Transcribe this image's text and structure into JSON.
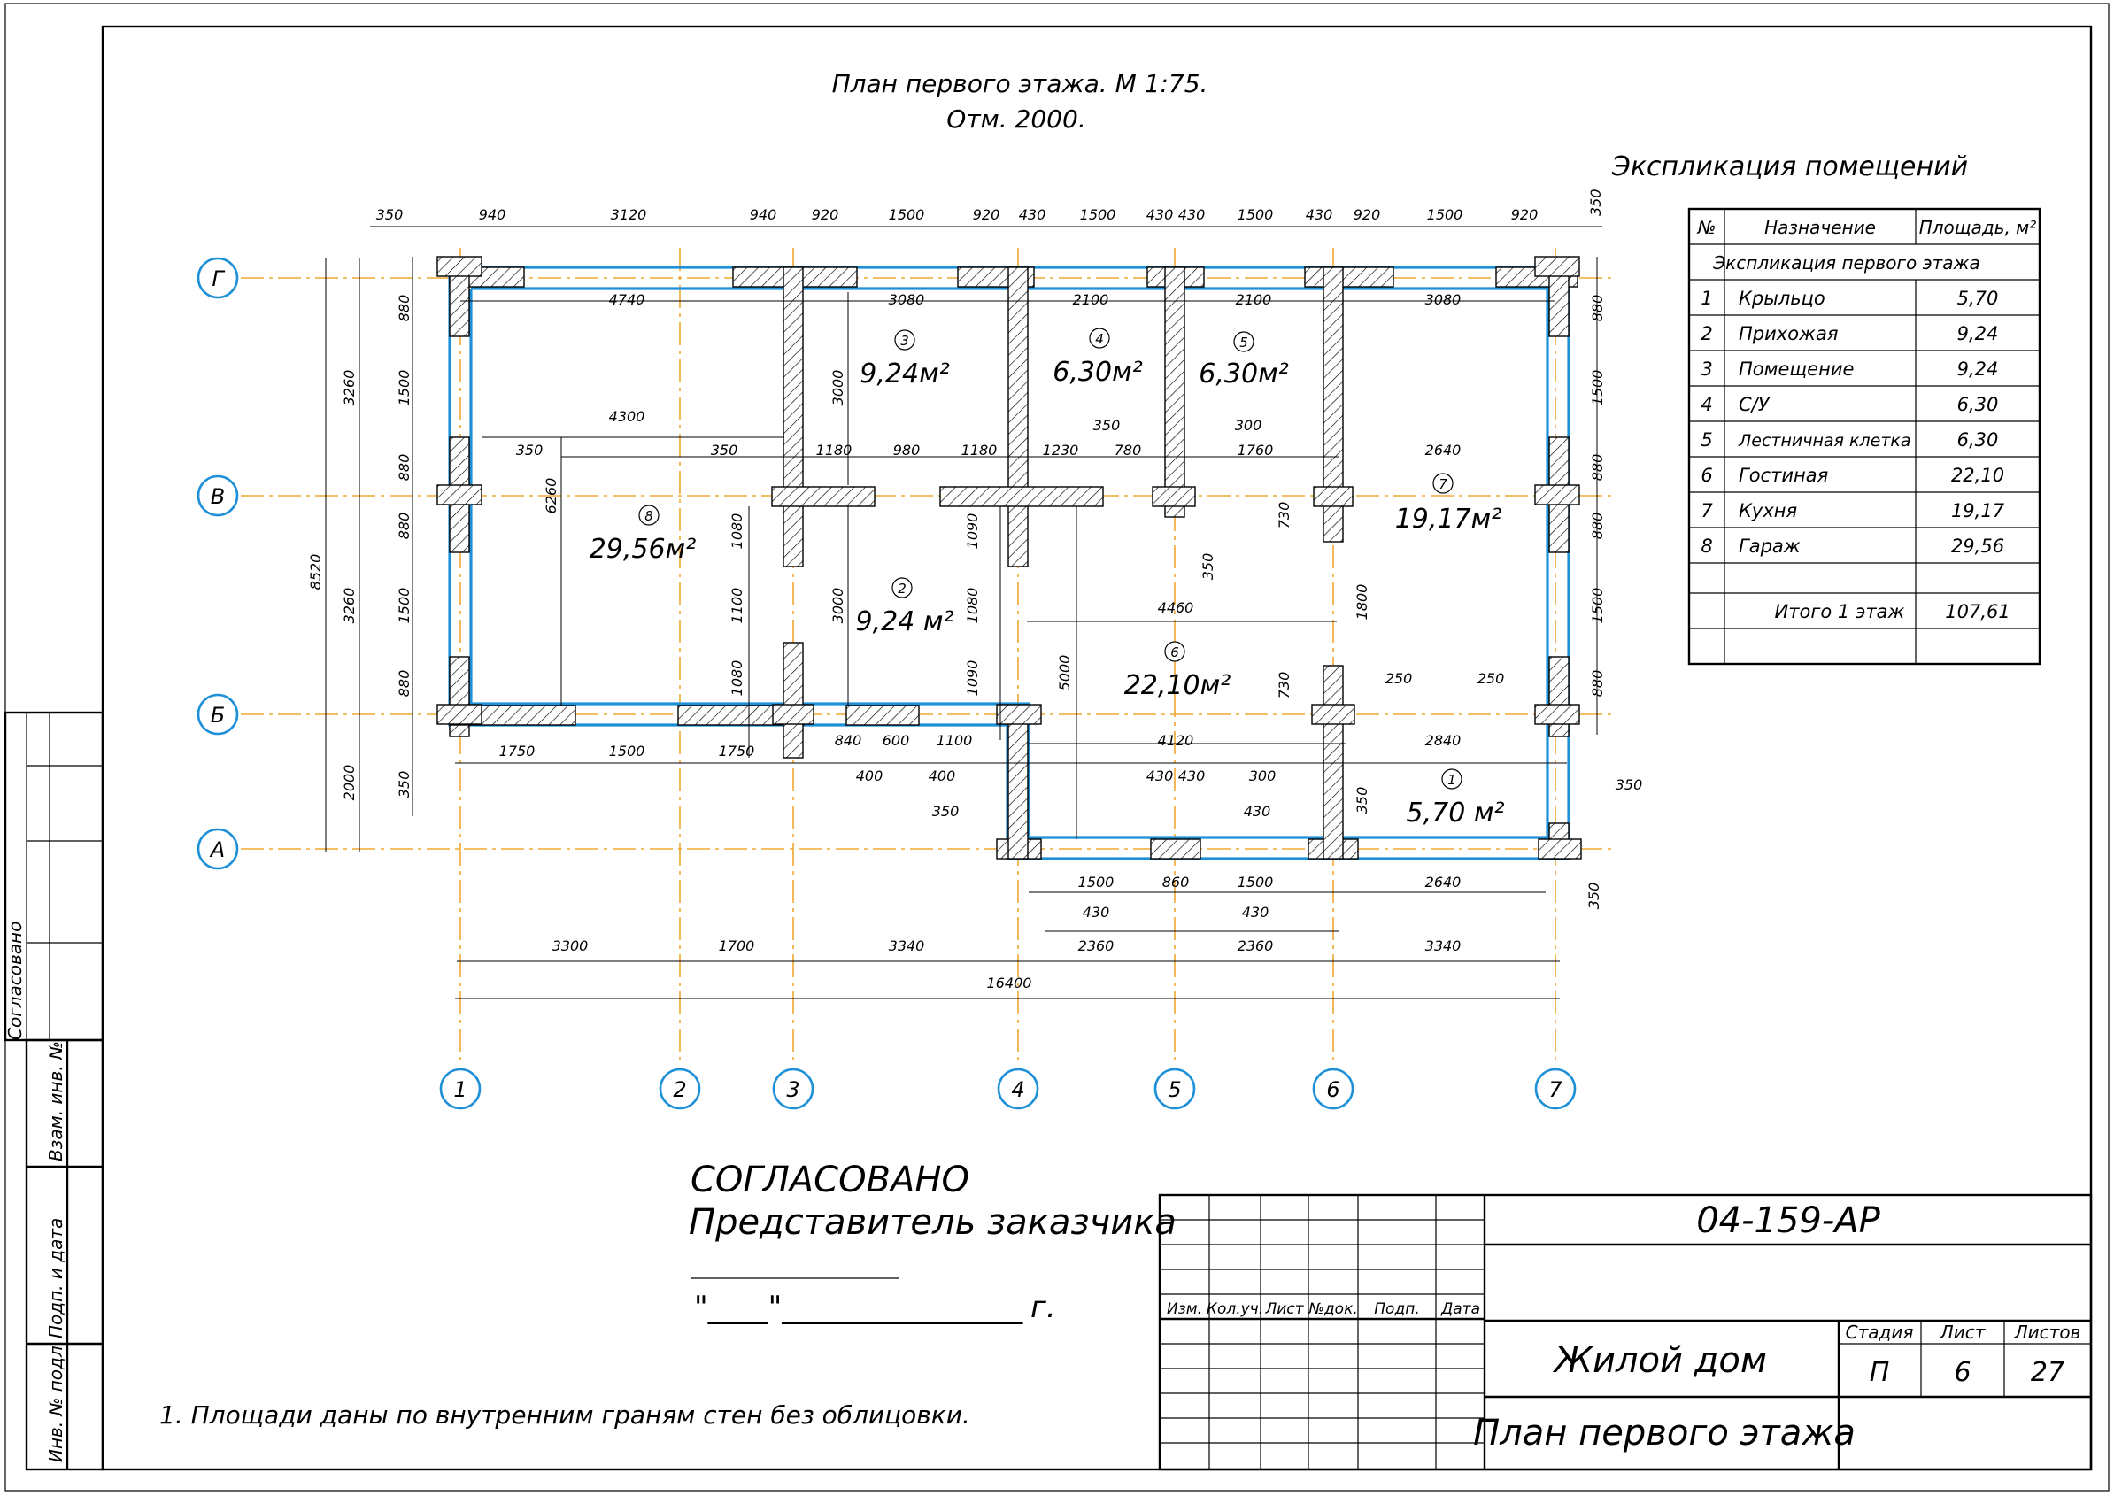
{
  "drawing": {
    "title_line1": "План первого этажа. М 1:75.",
    "title_line2": "Отм. 2000.",
    "note": "1. Площади даны по внутренним граням стен без облицовки.",
    "approval_title": "СОГЛАСОВАНО",
    "approval_subtitle": "Представитель заказчика",
    "approval_date_line": "\"____\"________________",
    "approval_year": "г."
  },
  "explication": {
    "heading": "Экспликация помещений",
    "col_no": "№",
    "col_name": "Назначение",
    "col_area": "Площадь, м²",
    "section": "Экспликация первого этажа",
    "rows": [
      {
        "no": "1",
        "name": "Крыльцо",
        "area": "5,70"
      },
      {
        "no": "2",
        "name": "Прихожая",
        "area": "9,24"
      },
      {
        "no": "3",
        "name": "Помещение",
        "area": "9,24"
      },
      {
        "no": "4",
        "name": "С/У",
        "area": "6,30"
      },
      {
        "no": "5",
        "name": "Лестничная клетка",
        "area": "6,30"
      },
      {
        "no": "6",
        "name": "Гостиная",
        "area": "22,10"
      },
      {
        "no": "7",
        "name": "Кухня",
        "area": "19,17"
      },
      {
        "no": "8",
        "name": "Гараж",
        "area": "29,56"
      }
    ],
    "total_label": "Итого 1 этаж",
    "total_value": "107,61"
  },
  "axes": {
    "letters": [
      "Г",
      "В",
      "Б",
      "А"
    ],
    "numbers": [
      "1",
      "2",
      "3",
      "4",
      "5",
      "6",
      "7"
    ]
  },
  "rooms": [
    {
      "no": "1",
      "area": "5,70 м²"
    },
    {
      "no": "2",
      "area": "9,24 м²"
    },
    {
      "no": "3",
      "area": "9,24м²"
    },
    {
      "no": "4",
      "area": "6,30м²"
    },
    {
      "no": "5",
      "area": "6,30м²"
    },
    {
      "no": "6",
      "area": "22,10м²"
    },
    {
      "no": "7",
      "area": "19,17м²"
    },
    {
      "no": "8",
      "area": "29,56м²"
    }
  ],
  "dims": {
    "top_row": [
      "350",
      "940",
      "3120",
      "940",
      "920",
      "1500",
      "920",
      "430",
      "1500",
      "430",
      "430",
      "1500",
      "430",
      "920",
      "1500",
      "920",
      "350"
    ],
    "inner_top": [
      "4740",
      "3080",
      "2100",
      "2100",
      "3080"
    ],
    "left_outer": [
      "8520"
    ],
    "left_mid": [
      "3260",
      "3260",
      "2000"
    ],
    "left_inner": [
      "880",
      "1500",
      "880",
      "880",
      "1500",
      "880",
      "350"
    ],
    "right": [
      "880",
      "1500",
      "880",
      "880",
      "1500",
      "880"
    ],
    "bottom_row1": [
      "1750",
      "1500",
      "1750",
      "840",
      "600",
      "1100",
      "4120",
      "2840"
    ],
    "bottom_row2": [
      "1500",
      "860",
      "1500",
      "2640"
    ],
    "bottom_row3": [
      "430",
      "430"
    ],
    "bottom_row4": [
      "3300",
      "1700",
      "3340",
      "2360",
      "2360",
      "3340"
    ],
    "total": "16400",
    "interior": [
      "4300",
      "350",
      "350",
      "1180",
      "980",
      "1180",
      "1230",
      "780",
      "350",
      "300",
      "1760",
      "2640",
      "6260",
      "3000",
      "3000",
      "1080",
      "1100",
      "1080",
      "1090",
      "1080",
      "1090",
      "5000",
      "4460",
      "350",
      "730",
      "730",
      "1800",
      "250",
      "250",
      "400",
      "400",
      "350",
      "430",
      "430",
      "300",
      "430",
      "350",
      "350",
      "350"
    ]
  },
  "side_stamp": {
    "agreed": "Согласовано",
    "replace": "Взам. инв. №",
    "sign_date": "Подп. и дата",
    "inv": "Инв. № подл."
  },
  "title_block": {
    "code": "04-159-АР",
    "headers": [
      "Изм.",
      "Кол.уч.",
      "Лист",
      "№док.",
      "Подп.",
      "Дата"
    ],
    "object": "Жилой дом",
    "sheet_title": "План первого этажа",
    "stage_label": "Стадия",
    "sheet_label": "Лист",
    "sheets_label": "Листов",
    "stage": "П",
    "sheet": "6",
    "sheets": "27"
  }
}
